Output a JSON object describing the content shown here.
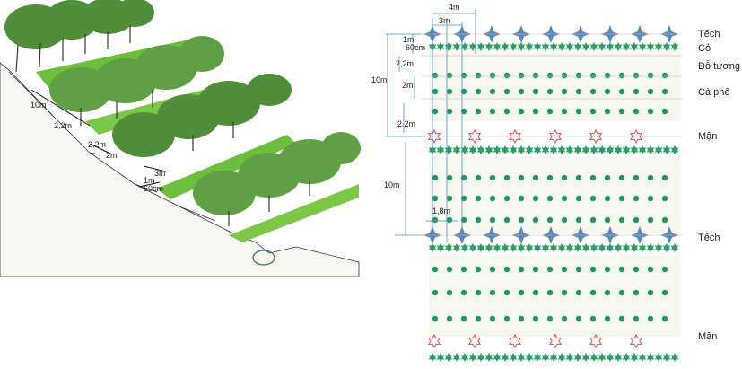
{
  "illustration": {
    "measures": {
      "row_spacing": "10m",
      "inner_gap": "2,2m",
      "gap2": "2,2m",
      "gap3": "2m",
      "one_m": "1m",
      "sixty_cm": "60cm",
      "three_m": "3m"
    },
    "colors": {
      "ground": "#ffffff",
      "outline": "#333333",
      "grass": "#6cbf3c",
      "tree": "#4f8f3a"
    }
  },
  "plan": {
    "labels": {
      "tech_top": "Tếch",
      "co": "Cỏ",
      "do_tuong": "Đỗ tương",
      "ca_phe": "Cà phê",
      "man_top": "Mận",
      "tech_bottom": "Tếch",
      "man_bottom": "Mận"
    },
    "dims": {
      "four_m": "4m",
      "three_m": "3m",
      "one_m": "1m",
      "sixty_cm": "60cm",
      "two2_a": "2,2m",
      "two_m": "2m",
      "two2_b": "2,2m",
      "ten_m_top": "10m",
      "ten_m_bottom": "10m",
      "one8_m": "1,8m"
    },
    "colors": {
      "tech_star": "#5b88b8",
      "grass": "#2e9e63",
      "dot": "#1e9a5b",
      "plum_star": "#d9534f",
      "dim_line": "#4a90c8"
    }
  }
}
